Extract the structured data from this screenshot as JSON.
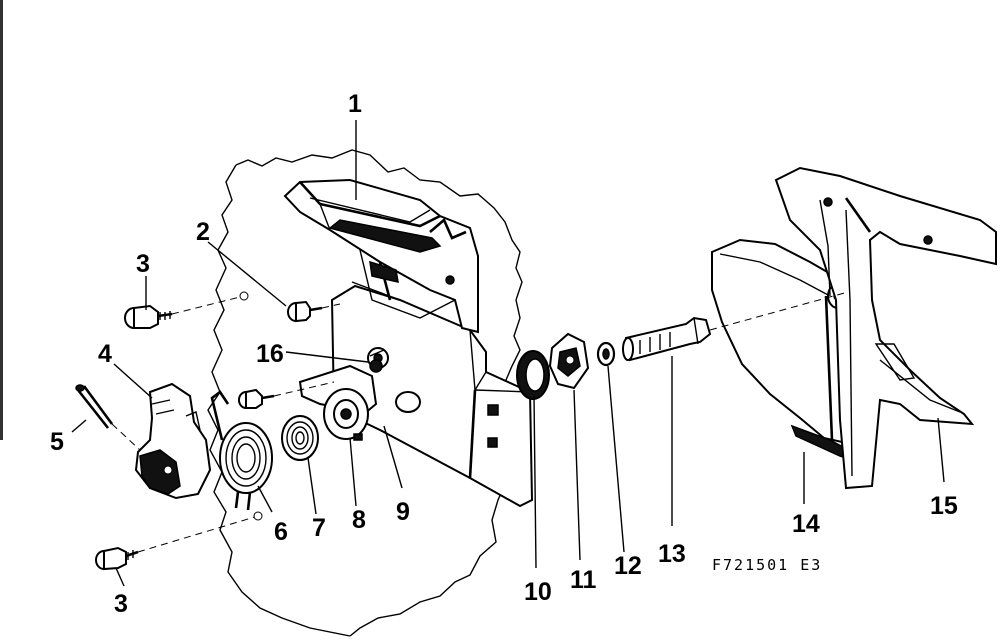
{
  "figure": {
    "code": "F721501 E3",
    "callouts": [
      {
        "id": "1",
        "label": "1"
      },
      {
        "id": "2",
        "label": "2"
      },
      {
        "id": "3a",
        "label": "3"
      },
      {
        "id": "3b",
        "label": "3"
      },
      {
        "id": "4",
        "label": "4"
      },
      {
        "id": "5",
        "label": "5"
      },
      {
        "id": "6",
        "label": "6"
      },
      {
        "id": "7",
        "label": "7"
      },
      {
        "id": "8",
        "label": "8"
      },
      {
        "id": "9",
        "label": "9"
      },
      {
        "id": "10",
        "label": "10"
      },
      {
        "id": "11",
        "label": "11"
      },
      {
        "id": "12",
        "label": "12"
      },
      {
        "id": "13",
        "label": "13"
      },
      {
        "id": "14",
        "label": "14"
      },
      {
        "id": "15",
        "label": "15"
      },
      {
        "id": "16",
        "label": "16"
      }
    ]
  }
}
